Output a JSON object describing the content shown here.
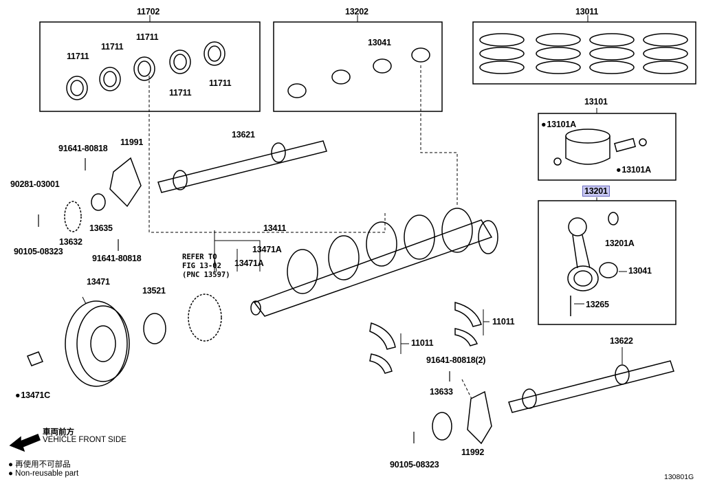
{
  "callouts": {
    "c11702": "11702",
    "c11711_a": "11711",
    "c11711_b": "11711",
    "c11711_c": "11711",
    "c11711_d": "11711",
    "c11711_e": "11711",
    "c13202": "13202",
    "c13041_top": "13041",
    "c13011": "13011",
    "c13101": "13101",
    "c13101A_a": "13101A",
    "c13101A_b": "13101A",
    "c13201": "13201",
    "c13201A": "13201A",
    "c13041_rod": "13041",
    "c13265": "13265",
    "c13621": "13621",
    "c11991": "11991",
    "c91641_a": "91641-80818",
    "c90281": "90281-03001",
    "c90105_a": "90105-08323",
    "c13632": "13632",
    "c13635": "13635",
    "c91641_b": "91641-80818",
    "c13411": "13411",
    "c13471A_a": "13471A",
    "c13471A_b": "13471A",
    "c13471": "13471",
    "c13521": "13521",
    "c11011_a": "11011",
    "c11011_b": "11011",
    "c13622": "13622",
    "c13471C": "13471C",
    "c91641_c": "91641-80818(2)",
    "c13633": "13633",
    "c11992": "11992",
    "c90105_b": "90105-08323"
  },
  "refer_note": [
    "REFER TO",
    "FIG 13-02",
    "(PNC 13597)"
  ],
  "legend": {
    "direction_jp": "車両前方",
    "direction_en": "VEHICLE FRONT SIDE",
    "nonreusable_jp": "再使用不可部品",
    "nonreusable_en": "Non-reusable part"
  },
  "figure_id": "130801G",
  "highlighted_part": "13201",
  "colors": {
    "highlight": "#c9c9f2"
  }
}
